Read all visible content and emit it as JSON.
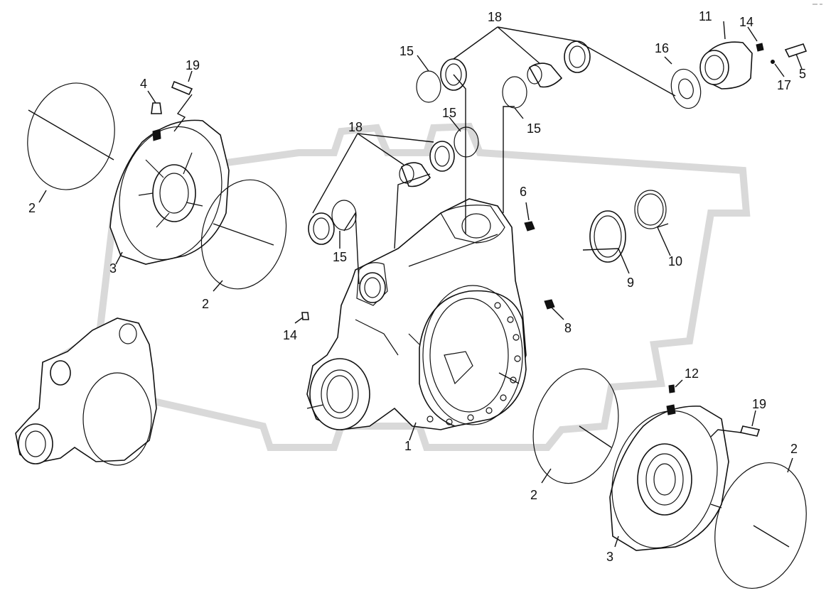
{
  "diagram": {
    "callouts": {
      "c1": "1",
      "c2a": "2",
      "c2b": "2",
      "c2c": "2",
      "c2d": "2",
      "c3a": "3",
      "c3b": "3",
      "c4": "4",
      "c5": "5",
      "c6": "6",
      "c8": "8",
      "c9": "9",
      "c10": "10",
      "c11": "11",
      "c12": "12",
      "c14a": "14",
      "c14b": "14",
      "c15a": "15",
      "c15b": "15",
      "c15c": "15",
      "c15d": "15",
      "c16": "16",
      "c17": "17",
      "c18a": "18",
      "c18b": "18",
      "c19a": "19",
      "c19b": "19"
    },
    "watermark_color": "#d9d9d9",
    "line_color": "#111111"
  }
}
